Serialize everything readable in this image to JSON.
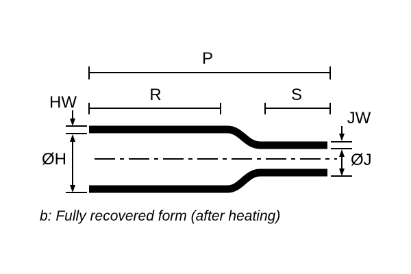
{
  "diagram": {
    "caption": "b: Fully recovered form (after heating)",
    "labels": {
      "overall_length": "P",
      "large_section_length": "R",
      "small_section_length": "S",
      "large_wall_thickness": "HW",
      "large_diameter": "ØH",
      "small_wall_thickness": "JW",
      "small_diameter": "ØJ"
    },
    "colors": {
      "line": "#000000",
      "background": "#ffffff"
    }
  }
}
